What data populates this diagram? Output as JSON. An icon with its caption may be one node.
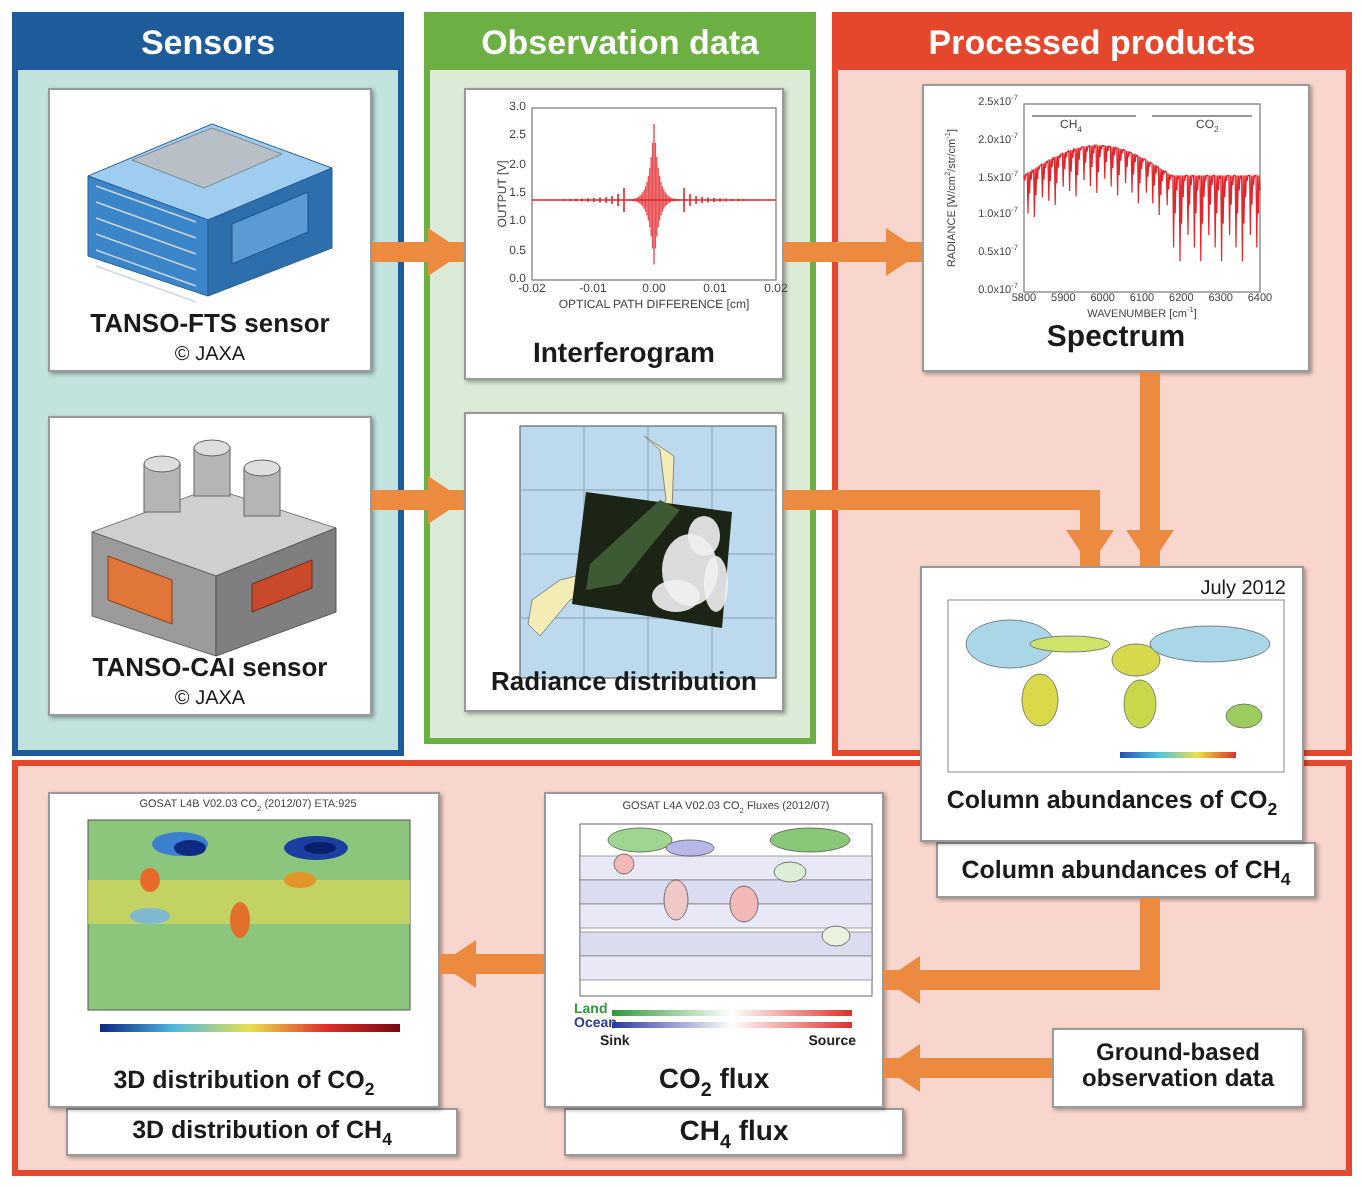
{
  "diagram": {
    "nodes": [
      {
        "text": [
          "Sensors"
        ]
      },
      {
        "text": [
          "Observation data"
        ]
      },
      {
        "text": [
          "Processed products"
        ]
      },
      {
        "text": [],
        "shape": "box"
      },
      {
        "text": [
          "TANSO-FTS sensor",
          "© JAXA"
        ],
        "in": 0
      },
      {
        "text": [
          "TANSO-CAI sensor",
          "© JAXA"
        ],
        "in": 0
      },
      {
        "text": [
          "Interferogram"
        ],
        "in": 1
      },
      {
        "text": [
          "Radiance distribution"
        ],
        "in": 1
      },
      {
        "text": [
          "Spectrum"
        ],
        "in": 2
      },
      {
        "text": [
          "July 2012",
          "Column abundances of CO$_{2}$"
        ]
      },
      {
        "text": [
          "Column abundances of CH$_{4}$"
        ],
        "in": 3
      },
      {
        "text": [
          "3D distribution of CO$_{2}$"
        ],
        "in": 3
      },
      {
        "text": [
          "3D distribution of CH$_{4}$"
        ],
        "in": 3
      },
      {
        "text": [
          "CO$_{2}$ flux"
        ],
        "in": 3
      },
      {
        "text": [
          "CH$_{4}$ flux"
        ],
        "in": 3
      },
      {
        "text": [
          "Ground-based observation data"
        ],
        "in": 3
      }
    ],
    "edges": [
      {
        "from": 4,
        "to": 6,
        "arrow": "to"
      },
      {
        "from": 5,
        "to": 7,
        "arrow": "to"
      },
      {
        "from": 6,
        "to": 8,
        "arrow": "to"
      },
      {
        "from": 7,
        "to": 9,
        "arrow": "to"
      },
      {
        "from": 8,
        "to": 9,
        "arrow": "to"
      },
      {
        "from": 10,
        "to": 13,
        "arrow": "to"
      },
      {
        "from": 15,
        "to": 13,
        "arrow": "to"
      },
      {
        "from": 13,
        "to": 11,
        "arrow": "to"
      }
    ],
    "labels": [
      "3.0",
      "2.5",
      "2.0",
      "1.5",
      "1.0",
      "0.5",
      "0.0",
      "OUTPUT [V]",
      "-0.02",
      "-0.01",
      "0.00",
      "0.01",
      "0.02",
      "OPTICAL PATH DIFFERENCE [cm]",
      "2.5x10$^{-7}$",
      "2.0x10$^{-7}$",
      "1.5x10$^{-7}$",
      "1.0x10$^{-7}$",
      "0.5x10$^{-7}$",
      "0.0x10$^{-7}$",
      "RADIANCE [W/cm$^{2}$/str/cm$^{-1}$]",
      "5800",
      "5900",
      "6000",
      "6100",
      "6200",
      "6300",
      "6400",
      "WAVENUMBER [cm$^{-1}$]",
      "CH$_{4}$",
      "CO$_{2}$",
      "GOSAT L4B V02.03 CO$_{2}$ (2012/07) ETA:925",
      "GOSAT L4A V02.03 CO$_{2}$ Fluxes (2012/07)",
      "Land",
      "Ocean",
      "Sink",
      "Source"
    ]
  }
}
